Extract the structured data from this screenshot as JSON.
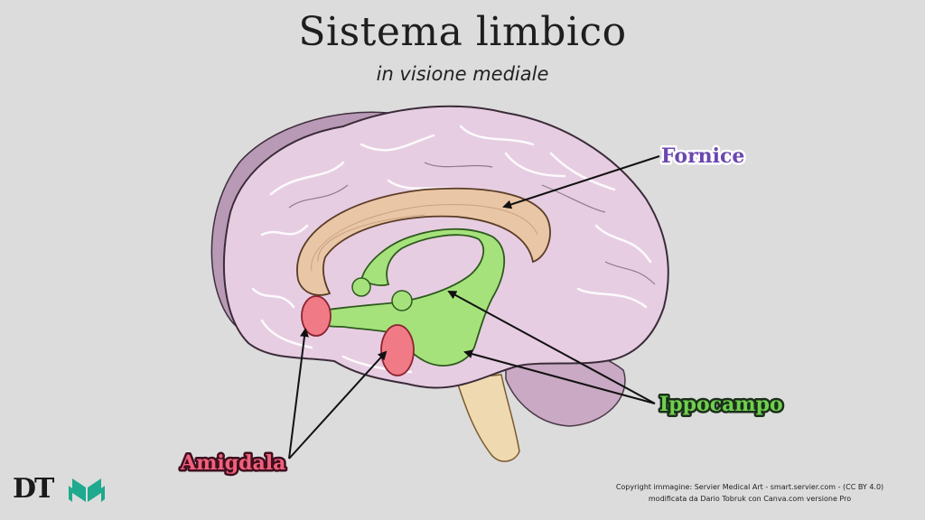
{
  "title": "Sistema limbico",
  "subtitle": "in visione mediale",
  "labels": {
    "fornice": "Fornice",
    "ippocampo": "Ippocampo",
    "amigdala": "Amigdala"
  },
  "copyright": {
    "line1": "Copyright immagine: Servier Medical Art - smart.servier.com - (CC BY 4.0)",
    "line2": "modificata da Dario Tobruk con Canva.com versione Pro"
  },
  "logo": {
    "text": "DT"
  },
  "colors": {
    "background": "#dcdcdc",
    "brain": "#e7cde2",
    "fornix": "#e9c6a6",
    "hippocampus": "#a6e27c",
    "amygdala": "#f07a85",
    "fornice_label": "#6a48b0",
    "ippocampo_label": "#5fbf45",
    "amigdala_label": "#e8546a",
    "logo_accent": "#1fa98e"
  }
}
